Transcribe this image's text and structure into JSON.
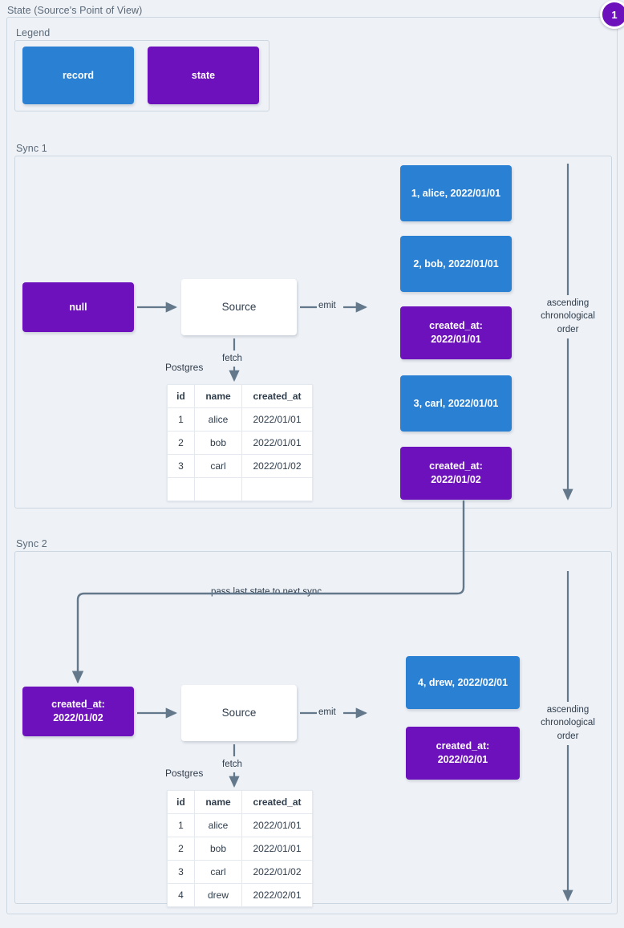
{
  "diagram": {
    "title": "State (Source's Point of View)",
    "step_badge": "1",
    "colors": {
      "record": "#2a80d2",
      "state": "#6d11bd",
      "background": "#eef1f6",
      "border": "#ccd6e0",
      "edge": "#63788a",
      "text": "#2f3d4c"
    }
  },
  "legend": {
    "title": "Legend",
    "record_label": "record",
    "state_label": "state"
  },
  "sync1": {
    "title": "Sync 1",
    "state_in": "null",
    "source_label": "Source",
    "emit_label": "emit",
    "fetch_label": "fetch",
    "db_label": "Postgres",
    "order_label": "ascending chronological order",
    "table": {
      "columns": [
        "id",
        "name",
        "created_at"
      ],
      "rows": [
        [
          "1",
          "alice",
          "2022/01/01"
        ],
        [
          "2",
          "bob",
          "2022/01/01"
        ],
        [
          "3",
          "carl",
          "2022/01/02"
        ],
        [
          "",
          "",
          ""
        ]
      ]
    },
    "emitted": [
      {
        "kind": "record",
        "text": "1, alice, 2022/01/01"
      },
      {
        "kind": "record",
        "text": "2, bob, 2022/01/01"
      },
      {
        "kind": "state",
        "line1": "created_at:",
        "line2": "2022/01/01"
      },
      {
        "kind": "record",
        "text": "3, carl, 2022/01/01"
      },
      {
        "kind": "state",
        "line1": "created_at:",
        "line2": "2022/01/02"
      }
    ]
  },
  "sync2": {
    "title": "Sync 2",
    "state_in_line1": "created_at:",
    "state_in_line2": "2022/01/02",
    "source_label": "Source",
    "emit_label": "emit",
    "fetch_label": "fetch",
    "db_label": "Postgres",
    "order_label": "ascending chronological order",
    "pass_state_label": "pass last state to next sync",
    "table": {
      "columns": [
        "id",
        "name",
        "created_at"
      ],
      "rows": [
        [
          "1",
          "alice",
          "2022/01/01"
        ],
        [
          "2",
          "bob",
          "2022/01/01"
        ],
        [
          "3",
          "carl",
          "2022/01/02"
        ],
        [
          "4",
          "drew",
          "2022/02/01"
        ]
      ]
    },
    "emitted": [
      {
        "kind": "record",
        "text": "4, drew, 2022/02/01"
      },
      {
        "kind": "state",
        "line1": "created_at:",
        "line2": "2022/02/01"
      }
    ]
  }
}
